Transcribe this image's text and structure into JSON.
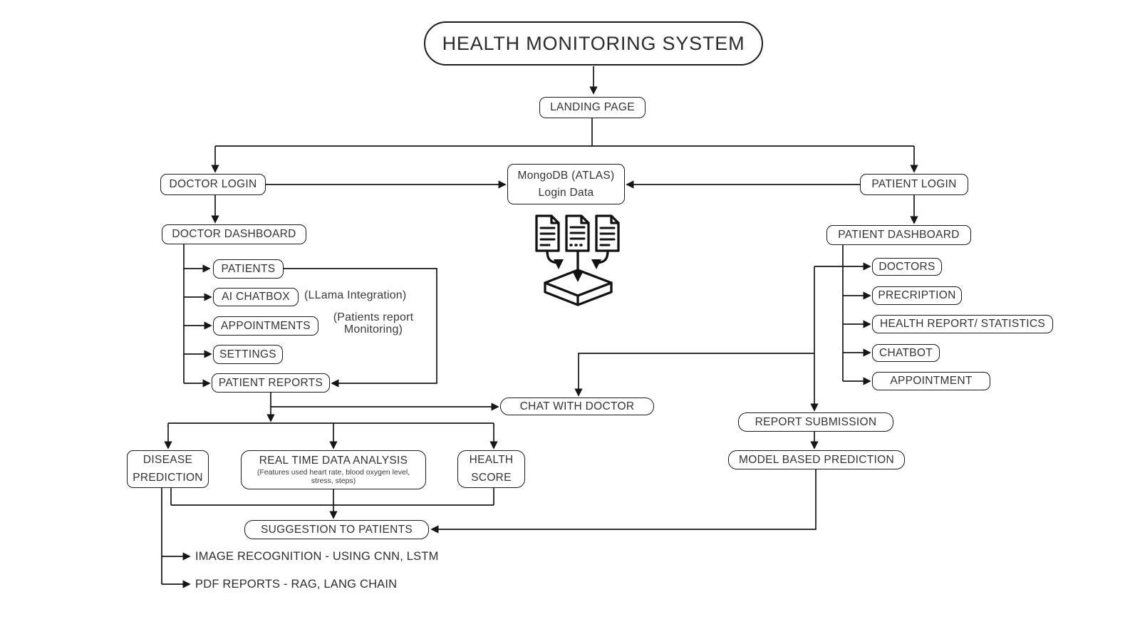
{
  "diagram": {
    "title": "HEALTH MONITORING SYSTEM",
    "nodes": {
      "landing_page": "LANDING PAGE",
      "doctor_login": "DOCTOR LOGIN",
      "mongodb_line1": "MongoDB (ATLAS)",
      "mongodb_line2": "Login Data",
      "patient_login": "PATIENT LOGIN",
      "doctor_dashboard": "DOCTOR DASHBOARD",
      "patient_dashboard": "PATIENT DASHBOARD",
      "patients": "PATIENTS",
      "ai_chatbox": "AI CHATBOX",
      "appointments": "APPOINTMENTS",
      "settings": "SETTINGS",
      "patient_reports": "PATIENT REPORTS",
      "doctors": "DOCTORS",
      "precription": "PRECRIPTION",
      "health_report_statistics": "HEALTH REPORT/ STATISTICS",
      "chatbot": "CHATBOT",
      "appointment": "APPOINTMENT",
      "chat_with_doctor": "CHAT WITH DOCTOR",
      "report_submission": "REPORT SUBMISSION",
      "model_based_prediction": "MODEL BASED PREDICTION",
      "disease_prediction_line1": "DISEASE",
      "disease_prediction_line2": "PREDICTION",
      "realtime_title": "REAL TIME DATA ANALYSIS",
      "realtime_sub": "(Features used heart rate, blood oxygen level, stress, steps)",
      "health_score_line1": "HEALTH",
      "health_score_line2": "SCORE",
      "suggestion_to_patients": "SUGGESTION TO PATIENTS"
    },
    "annotations": {
      "llama_integration": "(LLama Integration)",
      "patients_monitoring_line1": "(Patients report",
      "patients_monitoring_line2": "Monitoring)"
    },
    "bullets": [
      "IMAGE RECOGNITION - USING CNN, LSTM",
      "PDF REPORTS - RAG, LANG CHAIN"
    ],
    "icons": {
      "database_collection_icon": "three documents merging into database tray"
    },
    "colors": {
      "stroke": "#161616",
      "text": "#2e2e2e",
      "background": "#ffffff"
    }
  }
}
